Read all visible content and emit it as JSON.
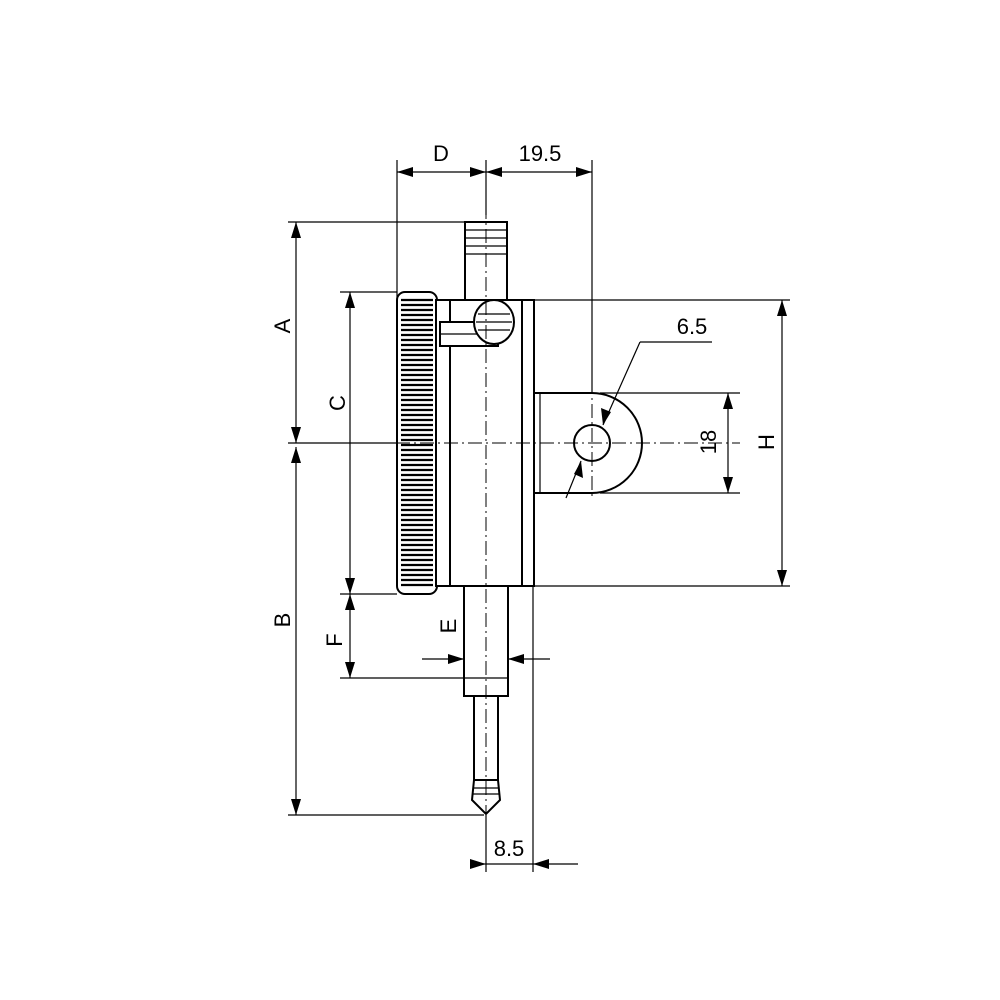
{
  "labels": {
    "D": "D",
    "offset_top": "19.5",
    "A": "A",
    "C": "C",
    "B": "B",
    "F": "F",
    "E": "E",
    "H": "H",
    "hole_dia": "6.5",
    "lug_height": "18",
    "offset_bottom": "8.5"
  }
}
